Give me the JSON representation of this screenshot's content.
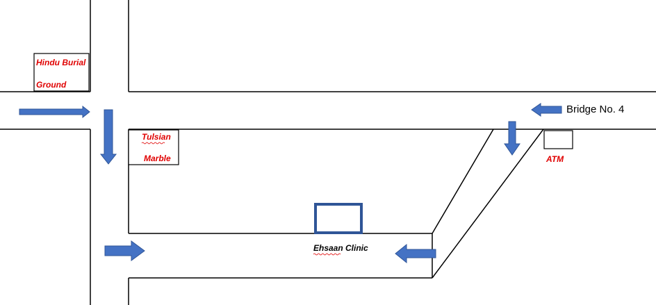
{
  "landmarks": {
    "hindu_burial_ground": {
      "line1": "Hindu Burial",
      "line2": "Ground"
    },
    "tulsian_marble": {
      "line1": "Tulsian",
      "line2": "Marble"
    },
    "atm": {
      "label": "ATM"
    },
    "ehsaan_clinic": {
      "label": "Ehsaan Clinic"
    },
    "bridge": {
      "label": "Bridge No. 4"
    }
  },
  "colors": {
    "arrow_fill": "#4472c4",
    "arrow_stroke": "#2f5597",
    "label_red": "#e00000",
    "clinic_border": "#2f5597"
  },
  "arrows": [
    {
      "id": "arrow-east-top-left",
      "direction": "east"
    },
    {
      "id": "arrow-south-left",
      "direction": "south"
    },
    {
      "id": "arrow-west-bridge",
      "direction": "west"
    },
    {
      "id": "arrow-south-right",
      "direction": "south"
    },
    {
      "id": "arrow-east-bottom-left",
      "direction": "east"
    },
    {
      "id": "arrow-west-clinic",
      "direction": "west"
    }
  ]
}
